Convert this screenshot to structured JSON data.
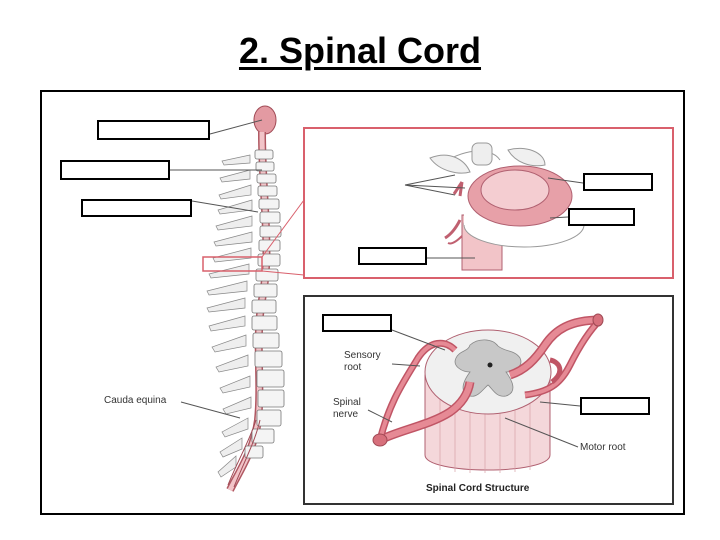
{
  "title": "2. Spinal Cord",
  "labels": {
    "cauda_equina": "Cauda equina",
    "sensory_root_line1": "Sensory",
    "sensory_root_line2": "root",
    "spinal_nerve_line1": "Spinal",
    "spinal_nerve_line2": "nerve",
    "motor_root": "Motor root",
    "structure_caption": "Spinal Cord Structure"
  },
  "colors": {
    "cord_pink": "#f2b8bd",
    "cord_dark": "#d9606c",
    "grey_matter": "#c8c8c8",
    "bone": "#f3f3f3"
  }
}
